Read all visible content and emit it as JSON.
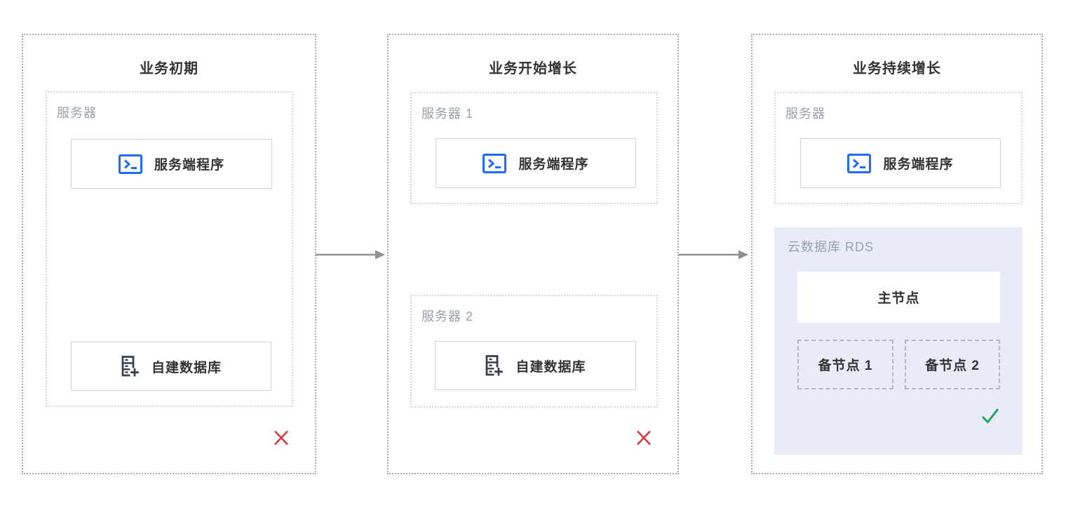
{
  "colors": {
    "accent_blue": "#1f6bff",
    "icon_dark": "#39414d",
    "rds_panel_bg": "#e8ecf9",
    "error_red": "#d5383d",
    "success_green": "#22a455",
    "arrow_gray": "#8f8f8f",
    "label_gray": "#9aa0aa"
  },
  "icons": {
    "app": "terminal-icon",
    "database": "database-add-icon",
    "error": "x-mark-icon",
    "success": "check-icon",
    "flow": "arrow-right-icon"
  },
  "stages": [
    {
      "title": "业务初期",
      "server_label": "服务器",
      "app_label": "服务端程序",
      "db_label": "自建数据库"
    },
    {
      "title": "业务开始增长",
      "server1_label": "服务器 1",
      "app_label": "服务端程序",
      "server2_label": "服务器 2",
      "db_label": "自建数据库"
    },
    {
      "title": "业务持续增长",
      "server_label": "服务器",
      "app_label": "服务端程序",
      "rds_label": "云数据库 RDS",
      "master_label": "主节点",
      "replica1_label": "备节点 1",
      "replica2_label": "备节点 2"
    }
  ]
}
